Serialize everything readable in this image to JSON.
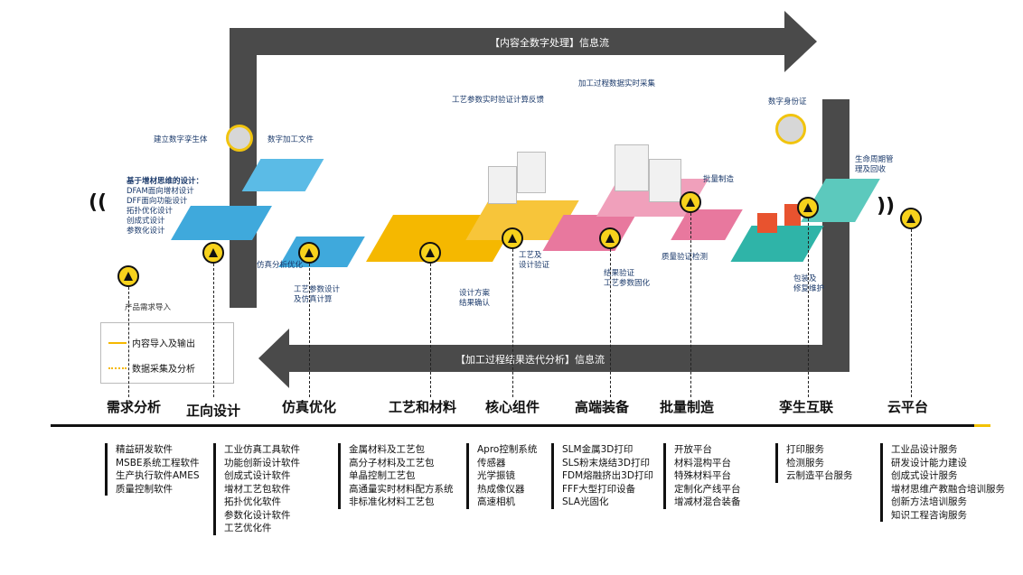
{
  "flows": {
    "top_label": "【内容全数字处理】信息流",
    "bottom_label": "【加工过程结果迭代分析】信息流"
  },
  "diagram_labels": {
    "digital_twin": "建立数字孪生体",
    "digital_file": "数字加工文件",
    "design_title": "基于增材思维的设计：",
    "design_items": [
      "DFAM面向增材设计",
      "DFF面向功能设计",
      "拓扑优化设计",
      "创成式设计",
      "参数化设计"
    ],
    "demand_import": "产品需求导入",
    "sim_analysis": "仿真分析优化",
    "process_design": [
      "工艺参数设计",
      "及仿真计算"
    ],
    "process_feedback": "工艺参数实时验证计算反馈",
    "process_verify": [
      "工艺及",
      "设计验证"
    ],
    "design_confirm": [
      "设计方案",
      "结果确认"
    ],
    "data_collect": "加工过程数据实时采集",
    "result_verify": [
      "结果验证",
      "工艺参数固化"
    ],
    "batch_manufacture": "批量制造",
    "quality_check": "质量验证检测",
    "digital_id": "数字身份证",
    "lifecycle": [
      "生命周期管",
      "理及回收"
    ],
    "packaging": [
      "包装及",
      "修复维护"
    ]
  },
  "legend": {
    "solid": "内容导入及输出",
    "dotted": "数据采集及分析"
  },
  "stages": [
    "需求分析",
    "正向设计",
    "仿真优化",
    "工艺和材料",
    "核心组件",
    "高端装备",
    "批量制造",
    "孪生互联",
    "云平台"
  ],
  "columns": [
    [
      "精益研发软件",
      "MSBE系统工程软件",
      "生产执行软件AMES",
      "质量控制软件"
    ],
    [
      "工业仿真工具软件",
      "功能创新设计软件",
      "创成式设计软件",
      "增材工艺包软件",
      "拓扑优化软件",
      "参数化设计软件",
      "工艺优化件"
    ],
    [
      "金属材料及工艺包",
      "高分子材料及工艺包",
      "单晶控制工艺包",
      "高通量实时材料配方系统",
      "非标准化材料工艺包"
    ],
    [
      "Apro控制系统",
      "传感器",
      "光学振镜",
      "热成像仪器",
      "高速相机"
    ],
    [
      "SLM金属3D打印",
      "SLS粉末烧结3D打印",
      "FDM熔融挤出3D打印",
      "FFF大型打印设备",
      "SLA光固化"
    ],
    [
      "开放平台",
      "材料混构平台",
      "特殊材料平台",
      "定制化产线平台",
      "增减材混合装备"
    ],
    [
      "打印服务",
      "检测服务",
      "云制造平台服务"
    ],
    [
      "工业品设计服务",
      "研发设计能力建设",
      "创成式设计服务",
      "增材思维产教融合培训服务",
      "创新方法培训服务",
      "知识工程咨询服务"
    ]
  ],
  "colors": {
    "flow": "#4a4a4a",
    "blue": "#3fa9dc",
    "yellow": "#f5b800",
    "pink": "#e8789e",
    "teal": "#2fb4a8",
    "node": "#f7d21c"
  },
  "icons": [
    "logo-node-icon",
    "wifi-icon",
    "digital-badge-icon"
  ]
}
